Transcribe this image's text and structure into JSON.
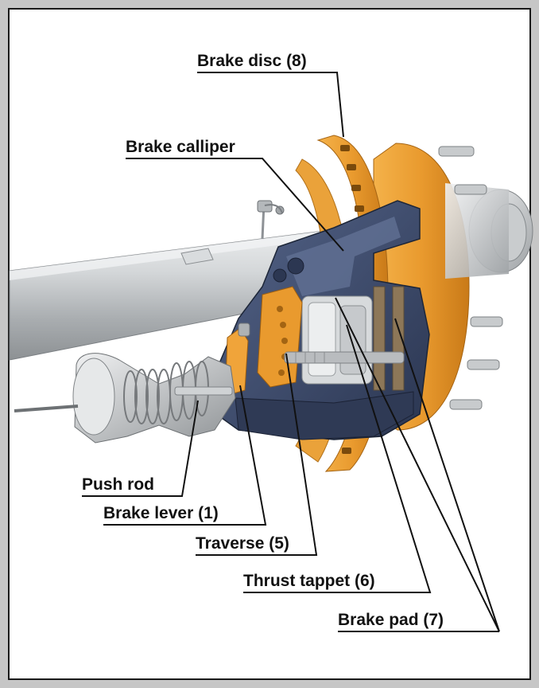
{
  "labels": {
    "brake_disc": "Brake disc (8)",
    "brake_calliper": "Brake calliper",
    "push_rod": "Push rod",
    "brake_lever": "Brake lever (1)",
    "traverse": "Traverse (5)",
    "thrust_tappet": "Thrust tappet (6)",
    "brake_pad": "Brake pad (7)"
  },
  "colors": {
    "frame": "#c6c6c6",
    "border": "#1a1a1a",
    "disc_orange": "#e99a2e",
    "disc_dark": "#b86d12",
    "calliper_blue": "#3b4a66",
    "calliper_dark": "#25304a",
    "axle_grey": "#bfc3c6",
    "metal_light": "#e3e5e6",
    "leader_line": "#111111"
  }
}
